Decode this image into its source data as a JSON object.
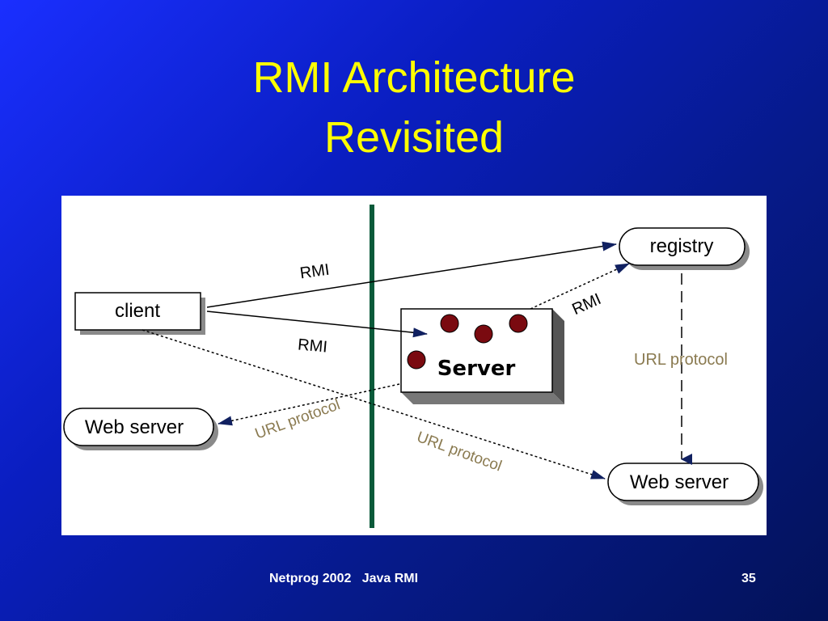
{
  "slide": {
    "title_line1": "RMI Architecture",
    "title_line2": "Revisited",
    "footer_left": "Netprog 2002   Java RMI",
    "page_number": "35"
  },
  "diagram": {
    "nodes": {
      "client": "client",
      "server": "Server",
      "registry": "registry",
      "web_server_left": "Web server",
      "web_server_right": "Web server"
    },
    "edge_labels": {
      "rmi_client_registry": "RMI",
      "rmi_client_server": "RMI",
      "rmi_server_registry": "RMI",
      "url_registry_webserver": "URL protocol",
      "url_server_webserver_left": "URL protocol",
      "url_client_webserver_right": "URL protocol"
    },
    "colors": {
      "network_divider": "#0a5a3a",
      "server_dot": "#7a0a10",
      "arrowhead": "#102060",
      "url_label": "#8a7a50"
    }
  }
}
